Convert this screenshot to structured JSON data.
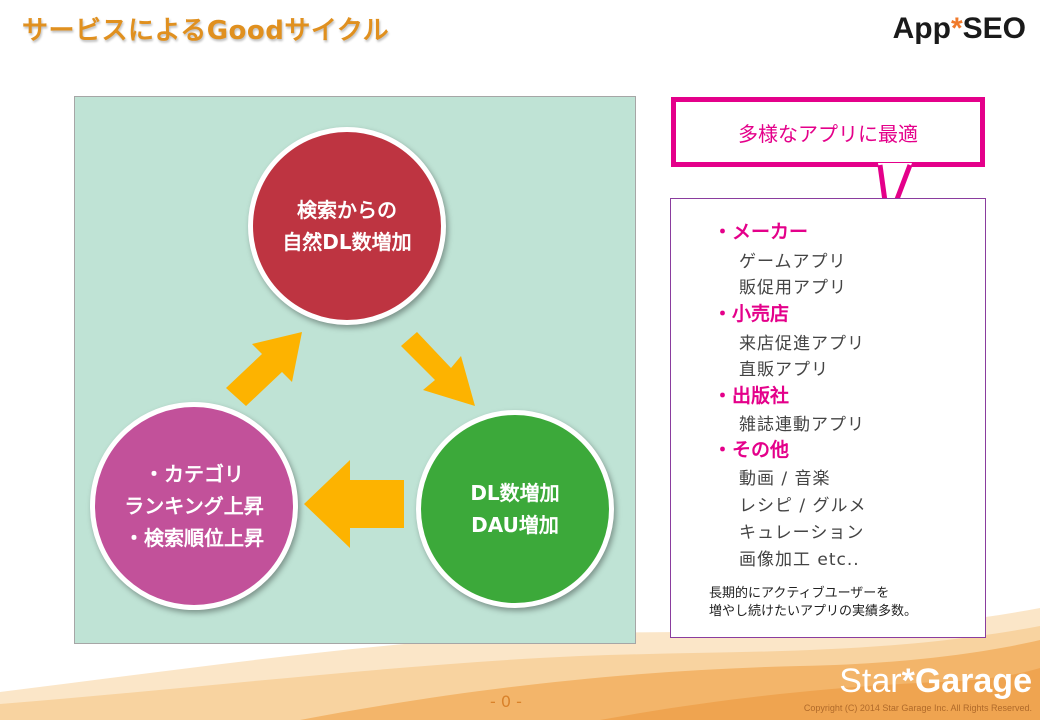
{
  "header": {
    "title": "サービスによるGoodサイクル",
    "logo_main": "App",
    "logo_star": "*",
    "logo_tail": "SEO"
  },
  "cycle": {
    "top": {
      "line1": "検索からの",
      "line2": "自然DL数増加"
    },
    "right": {
      "line1": "DL数増加",
      "line2": "DAU増加"
    },
    "left": {
      "line1": "・カテゴリ",
      "line2": "ランキング上昇",
      "line3": "・検索順位上昇"
    },
    "arrow_color": "#fdb300"
  },
  "callout": {
    "text": "多様なアプリに最適"
  },
  "list": {
    "categories": [
      {
        "label": "・メーカー",
        "items": [
          "ゲームアプリ",
          "販促用アプリ"
        ]
      },
      {
        "label": "・小売店",
        "items": [
          "来店促進アプリ",
          "直販アプリ"
        ]
      },
      {
        "label": "・出版社",
        "items": [
          "雑誌連動アプリ"
        ]
      },
      {
        "label": "・その他",
        "items": [
          "動画 / 音楽",
          "レシピ / グルメ",
          "キュレーション",
          "画像加工 etc.."
        ]
      }
    ],
    "note_line1": "長期的にアクティブユーザーを",
    "note_line2": "増やし続けたいアプリの実績多数。"
  },
  "footer": {
    "brand_star": "Star",
    "brand_mark": "*",
    "brand_garage": "Garage",
    "page_number": "- 0 -",
    "copyright": "Copyright (C) 2014 Star Garage Inc. All Rights Reserved."
  },
  "colors": {
    "title": "#e0901f",
    "accent_pink": "#e4008a",
    "circle_top": "#be3441",
    "circle_right": "#3ca93a",
    "circle_left": "#c2519a",
    "panel_bg": "#bfe3d5"
  }
}
